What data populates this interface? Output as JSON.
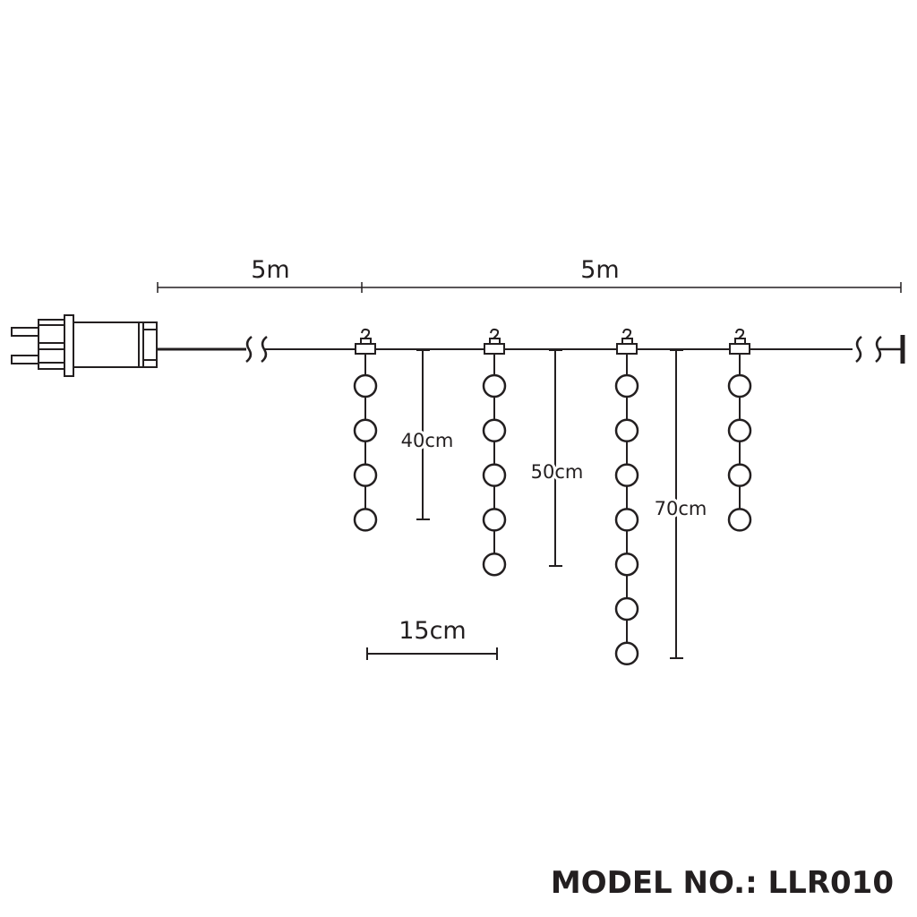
{
  "labels": {
    "lead_length": "5m",
    "string_length": "5m",
    "drop_short": "40cm",
    "drop_mid": "50cm",
    "drop_long": "70cm",
    "spacing": "15cm",
    "model": "MODEL NO.: LLR010"
  },
  "drops": [
    {
      "bulbs": 4
    },
    {
      "bulbs": 5
    },
    {
      "bulbs": 7
    },
    {
      "bulbs": 4
    }
  ],
  "colors": {
    "ink": "#231f20"
  }
}
